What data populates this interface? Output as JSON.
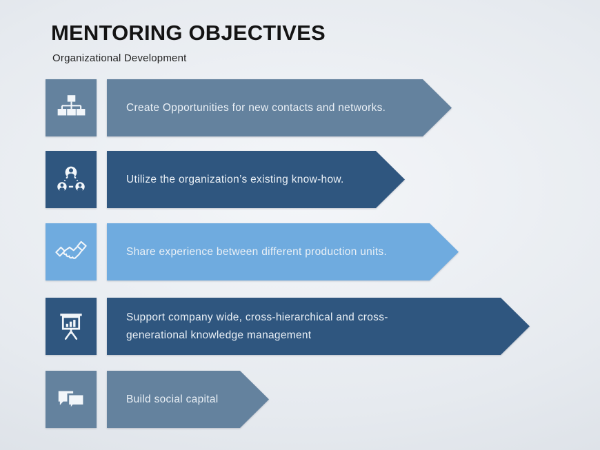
{
  "slide": {
    "title": "MENTORING OBJECTIVES",
    "subtitle": "Organizational Development"
  },
  "rows": [
    {
      "icon": "org-chart-icon",
      "text": "Create Opportunities for new contacts and networks.",
      "color": "#64829e"
    },
    {
      "icon": "people-network-icon",
      "text": "Utilize the organization’s existing know-how.",
      "color": "#2f567f"
    },
    {
      "icon": "handshake-icon",
      "text": "Share experience between different production units.",
      "color": "#6fabdf"
    },
    {
      "icon": "presentation-chart-icon",
      "text": "Support company wide, cross-hierarchical and cross-generational knowledge management",
      "color": "#2f567f"
    },
    {
      "icon": "chat-bubbles-icon",
      "text": "Build social capital",
      "color": "#64829e"
    }
  ],
  "colors": {
    "slate_blue": "#64829e",
    "navy_blue": "#2f567f",
    "light_blue": "#6fabdf",
    "background_center": "#f4f6f9",
    "background_edge": "#d6dbe2",
    "banner_text": "#eaf0f6",
    "title_text": "#141414"
  }
}
